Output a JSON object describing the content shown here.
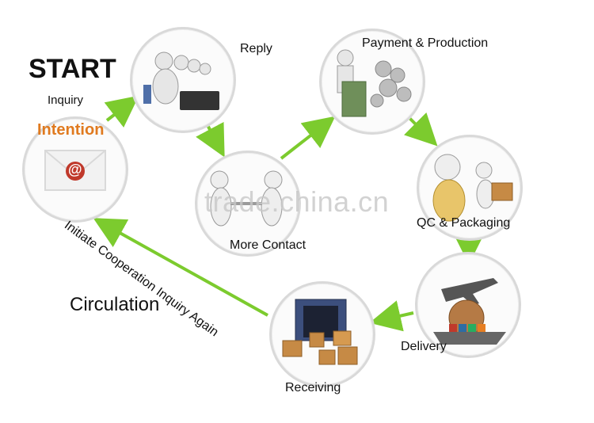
{
  "start_label": "START",
  "inquiry_label": "Inquiry",
  "intention_label": "Intention",
  "reply_label": "Reply",
  "payment_label": "Payment & Production",
  "more_contact_label": "More Contact",
  "qc_label": "QC & Packaging",
  "delivery_label": "Delivery",
  "receiving_label": "Receiving",
  "circulation_label": "Circulation",
  "initiate_label": "Initiate Cooperation Inquiry Again",
  "watermark": "trade.china.cn",
  "email_glyph": "@",
  "colors": {
    "arrow": "#7ccb2e",
    "intention": "#e07a1f",
    "circle_border": "#d9d9d9"
  },
  "icons": [
    "email-envelope-icon",
    "call-center-icon",
    "money-gears-icon",
    "handshake-figures-icon",
    "qc-figures-icon",
    "airplane-ship-globe-icon",
    "container-boxes-icon"
  ]
}
